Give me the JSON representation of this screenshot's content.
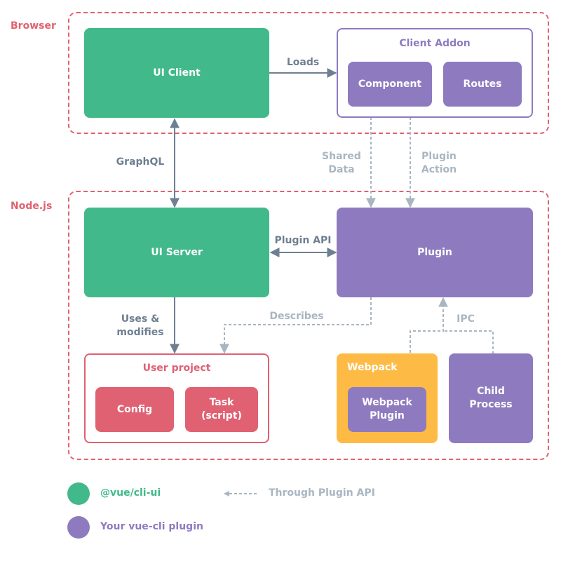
{
  "zones": {
    "browser": "Browser",
    "nodejs": "Node.js"
  },
  "nodes": {
    "ui_client": "UI Client",
    "client_addon": "Client Addon",
    "component": "Component",
    "routes": "Routes",
    "ui_server": "UI Server",
    "plugin": "Plugin",
    "user_project": "User project",
    "config": "Config",
    "task": "Task\n(script)",
    "webpack": "Webpack",
    "webpack_plugin": "Webpack\nPlugin",
    "child_process": "Child\nProcess"
  },
  "edges": {
    "loads": "Loads",
    "graphql": "GraphQL",
    "shared_data": "Shared\nData",
    "plugin_action": "Plugin\nAction",
    "plugin_api": "Plugin API",
    "uses_modifies": "Uses &\nmodifies",
    "describes": "Describes",
    "ipc": "IPC"
  },
  "legend": {
    "cli_ui": "@vue/cli-ui",
    "through_plugin_api": "Through Plugin API",
    "your_plugin": "Your vue-cli plugin"
  },
  "colors": {
    "green": "#42b98b",
    "purple": "#8e7bbf",
    "red": "#df6172",
    "yellow": "#fdbb45",
    "edge": "#6e7f91",
    "dashed_edge": "#a9b6c2",
    "zone_border": "#e0626f"
  }
}
